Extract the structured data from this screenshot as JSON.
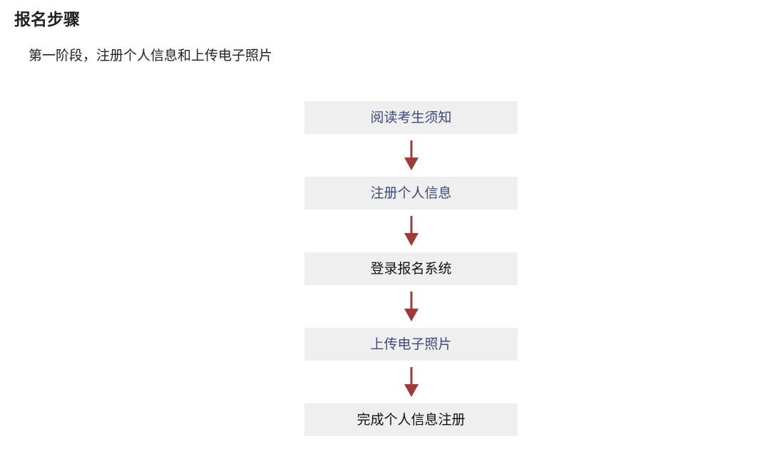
{
  "page": {
    "section_title": "报名步骤",
    "stage_description": "第一阶段，注册个人信息和上传电子照片"
  },
  "flow": {
    "arrow_color": "#a33838",
    "link_color": "#3e4a7a",
    "box_color": "#efefef",
    "steps": [
      {
        "label": "阅读考生须知",
        "is_link": true
      },
      {
        "label": "注册个人信息",
        "is_link": true
      },
      {
        "label": "登录报名系统",
        "is_link": false
      },
      {
        "label": "上传电子照片",
        "is_link": true
      },
      {
        "label": "完成个人信息注册",
        "is_link": false
      }
    ]
  }
}
